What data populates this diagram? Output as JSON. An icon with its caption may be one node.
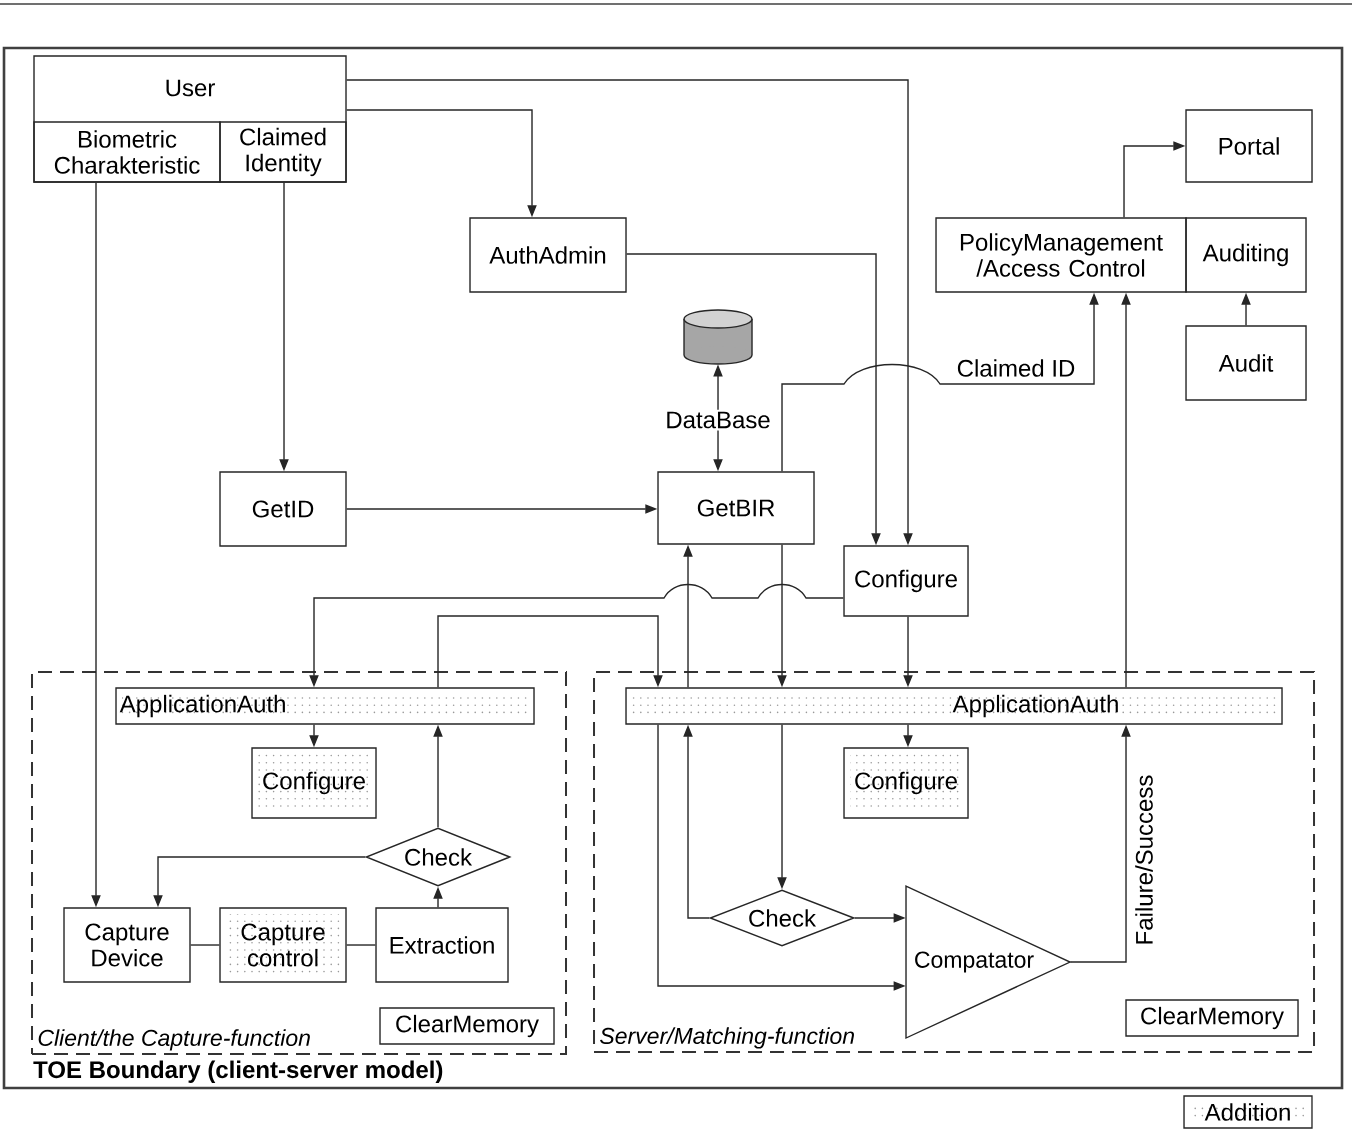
{
  "diagram": {
    "nodes": [
      {
        "text": [
          "TOE Boundary (client-server model)"
        ]
      },
      {
        "text": [
          "User"
        ],
        "in": 0
      },
      {
        "text": [
          "Biometric Charakteristic"
        ],
        "in": 1
      },
      {
        "text": [
          "Claimed Identity"
        ],
        "in": 1
      },
      {
        "text": [
          "Portal"
        ],
        "in": 0
      },
      {
        "text": [
          "AuthAdmin"
        ],
        "in": 0
      },
      {
        "text": [
          "PolicyManagement /Access Control"
        ],
        "in": 0
      },
      {
        "text": [
          "Auditing"
        ],
        "in": 0
      },
      {
        "text": [],
        "shape": "cylinder",
        "in": 0
      },
      {
        "text": [
          "Audit"
        ],
        "in": 0
      },
      {
        "text": [
          "GetID"
        ],
        "in": 0
      },
      {
        "text": [
          "GetBIR"
        ],
        "in": 0
      },
      {
        "text": [
          "Configure"
        ],
        "in": 0
      },
      {
        "text": [
          "Client/the Capture-function"
        ],
        "in": 0
      },
      {
        "text": [
          "ApplicationAuth"
        ],
        "in": 13
      },
      {
        "text": [
          "Configure"
        ],
        "in": 13
      },
      {
        "text": [
          "Check"
        ],
        "in": 13
      },
      {
        "text": [
          "Capture Device"
        ],
        "in": 13
      },
      {
        "text": [
          "Capture control"
        ],
        "in": 13
      },
      {
        "text": [
          "Extraction"
        ],
        "in": 13
      },
      {
        "text": [
          "ClearMemory"
        ],
        "in": 13
      },
      {
        "text": [
          "Server/Matching-function"
        ],
        "in": 0
      },
      {
        "text": [
          "ApplicationAuth"
        ],
        "in": 21
      },
      {
        "text": [
          "Configure"
        ],
        "in": 21
      },
      {
        "text": [
          "Check"
        ],
        "in": 21
      },
      {
        "text": [
          "Compatator"
        ],
        "in": 21
      },
      {
        "text": [
          "ClearMemory"
        ],
        "in": 21
      }
    ],
    "edges": [
      {
        "from": 1,
        "to": 12,
        "arrow": "to"
      },
      {
        "from": 1,
        "to": 5,
        "arrow": "to"
      },
      {
        "from": 5,
        "to": 12,
        "arrow": "to"
      },
      {
        "from": 3,
        "to": 10,
        "arrow": "to"
      },
      {
        "from": 2,
        "to": 17,
        "arrow": "to"
      },
      {
        "from": 10,
        "to": 11,
        "arrow": "to"
      },
      {
        "from": 8,
        "to": 11,
        "arrow": "both",
        "label": "DataBase"
      },
      {
        "from": 11,
        "to": 6,
        "arrow": "to",
        "label": "Claimed ID"
      },
      {
        "from": 6,
        "to": 4,
        "arrow": "to"
      },
      {
        "from": 9,
        "to": 7,
        "arrow": "to"
      },
      {
        "from": 12,
        "to": 14,
        "arrow": "to"
      },
      {
        "from": 14,
        "to": 15,
        "arrow": "to"
      },
      {
        "from": 12,
        "to": 22,
        "arrow": "to"
      },
      {
        "from": 22,
        "to": 23,
        "arrow": "to"
      },
      {
        "from": 19,
        "to": 16,
        "arrow": "to"
      },
      {
        "from": 16,
        "to": 17,
        "arrow": "to"
      },
      {
        "from": 17,
        "to": 18,
        "arrow": "none"
      },
      {
        "from": 18,
        "to": 19,
        "arrow": "none"
      },
      {
        "from": 16,
        "to": 14,
        "arrow": "to"
      },
      {
        "from": 14,
        "to": 22,
        "arrow": "to"
      },
      {
        "from": 22,
        "to": 25,
        "arrow": "to"
      },
      {
        "from": 24,
        "to": 22,
        "arrow": "to"
      },
      {
        "from": 22,
        "to": 11,
        "arrow": "to"
      },
      {
        "from": 11,
        "to": 22,
        "arrow": "to"
      },
      {
        "from": 22,
        "to": 24,
        "arrow": "to"
      },
      {
        "from": 24,
        "to": 25,
        "arrow": "to"
      },
      {
        "from": 25,
        "to": 22,
        "arrow": "to",
        "label": "Failure/Success"
      },
      {
        "from": 22,
        "to": 6,
        "arrow": "to"
      }
    ],
    "legend": [
      {
        "text": "Addition"
      }
    ]
  }
}
